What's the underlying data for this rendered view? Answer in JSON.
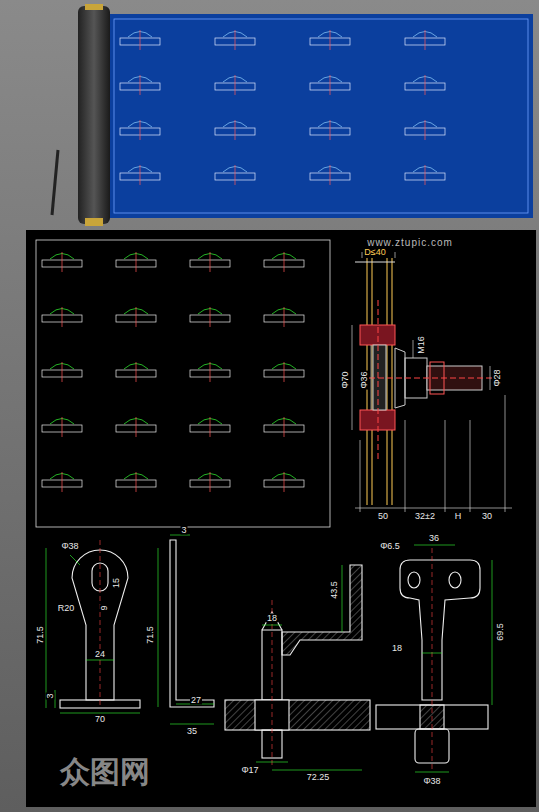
{
  "diagram": {
    "labels": [
      "www.ztupic.com",
      "D≤40",
      "M16",
      "Φ70",
      "Φ36",
      "Φ28",
      "50",
      "32±2",
      "H",
      "30",
      "Φ38",
      "R20",
      "15",
      "9",
      "24",
      "71.5",
      "3",
      "70",
      "3",
      "71.5",
      "27",
      "35",
      "18",
      "43.5",
      "Φ17",
      "72.25",
      "Φ6.5",
      "36",
      "18",
      "69.5",
      "Φ38",
      "众图网"
    ]
  }
}
